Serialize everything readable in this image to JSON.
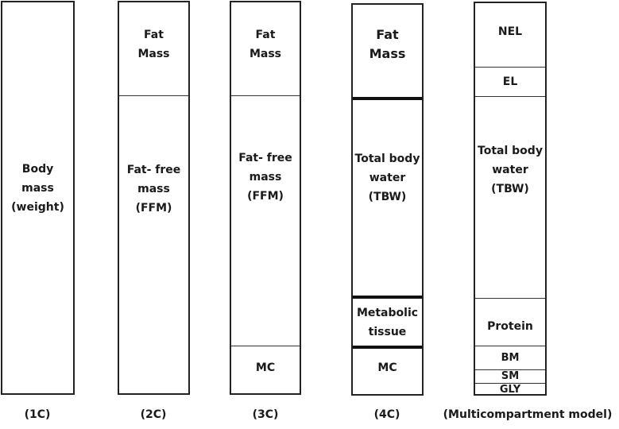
{
  "columns": [
    {
      "caption": "(1C)",
      "segments": [
        {
          "label": "Body\nmass\n(weight)"
        }
      ]
    },
    {
      "caption": "(2C)",
      "segments": [
        {
          "label": "Fat\nMass"
        },
        {
          "label": "Fat- free\nmass\n(FFM)"
        }
      ]
    },
    {
      "caption": "(3C)",
      "segments": [
        {
          "label": "Fat\nMass"
        },
        {
          "label": "Fat- free\nmass\n(FFM)"
        },
        {
          "label": "MC"
        }
      ]
    },
    {
      "caption": "(4C)",
      "segments": [
        {
          "label": "Fat\nMass"
        },
        {
          "label": "Total body\nwater\n(TBW)"
        },
        {
          "label": "Metabolic\ntissue"
        },
        {
          "label": "MC"
        }
      ]
    },
    {
      "caption": "(Multicompartment model)",
      "segments": [
        {
          "label": "NEL"
        },
        {
          "label": "EL"
        },
        {
          "label": "Total body\nwater\n(TBW)"
        },
        {
          "label": "Protein"
        },
        {
          "label": "BM"
        },
        {
          "label": "SM"
        },
        {
          "label": "GLY"
        }
      ]
    }
  ]
}
